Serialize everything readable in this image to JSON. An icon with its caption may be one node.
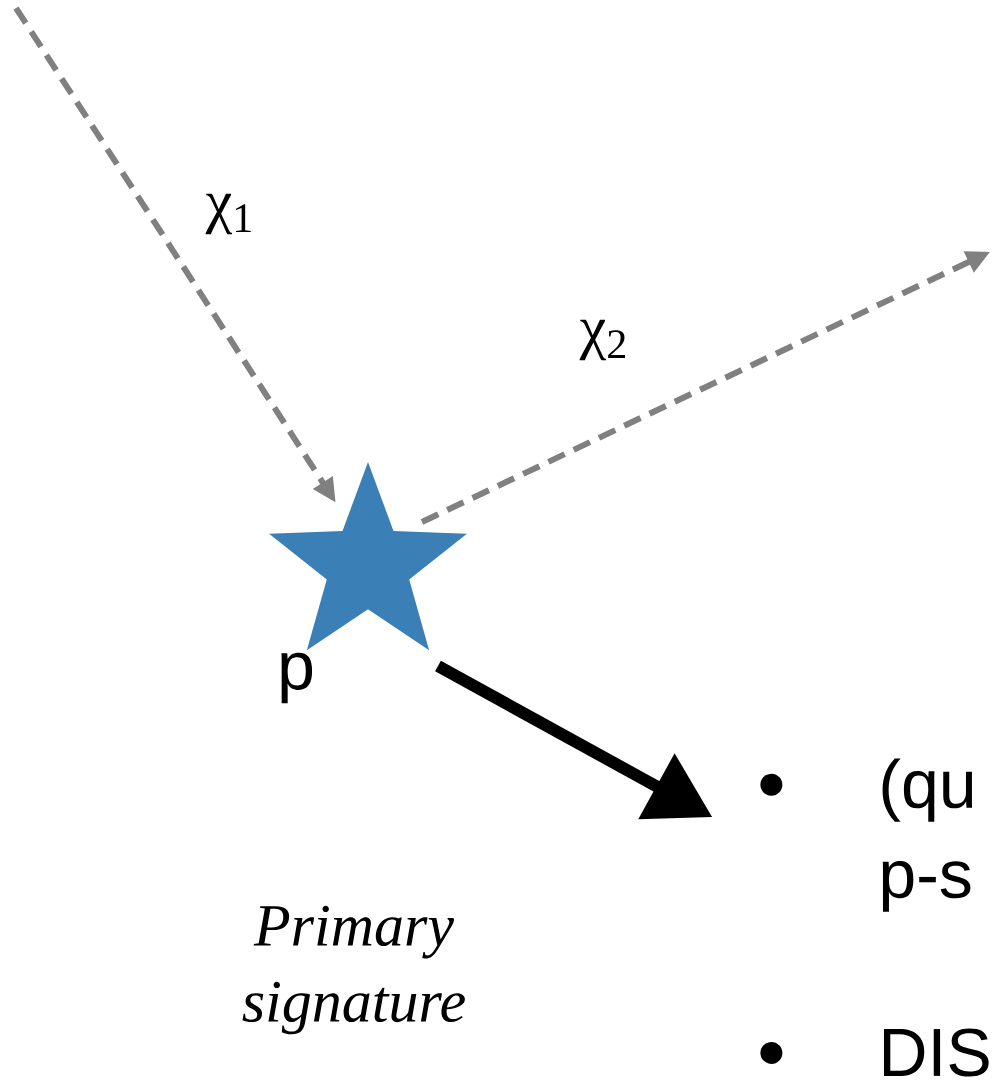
{
  "diagram": {
    "nodes": [
      {
        "text": [],
        "shape": "star",
        "beside": [
          "p"
        ]
      },
      {
        "text": [
          "(qu p-s"
        ]
      },
      {
        "text": [
          "DIS"
        ]
      }
    ],
    "edges": [
      {
        "from": null,
        "to": 0,
        "arrow": "to",
        "label": "χ$_{1}$",
        "style": "dashed",
        "color": "#808080"
      },
      {
        "from": 0,
        "to": null,
        "arrow": "to",
        "label": "χ$_{2}$",
        "style": "dashed",
        "color": "#808080"
      },
      {
        "from": 0,
        "to": 1,
        "arrow": "to",
        "style": "thick",
        "color": "#000000"
      }
    ],
    "labels": [
      "Primary signature"
    ]
  }
}
